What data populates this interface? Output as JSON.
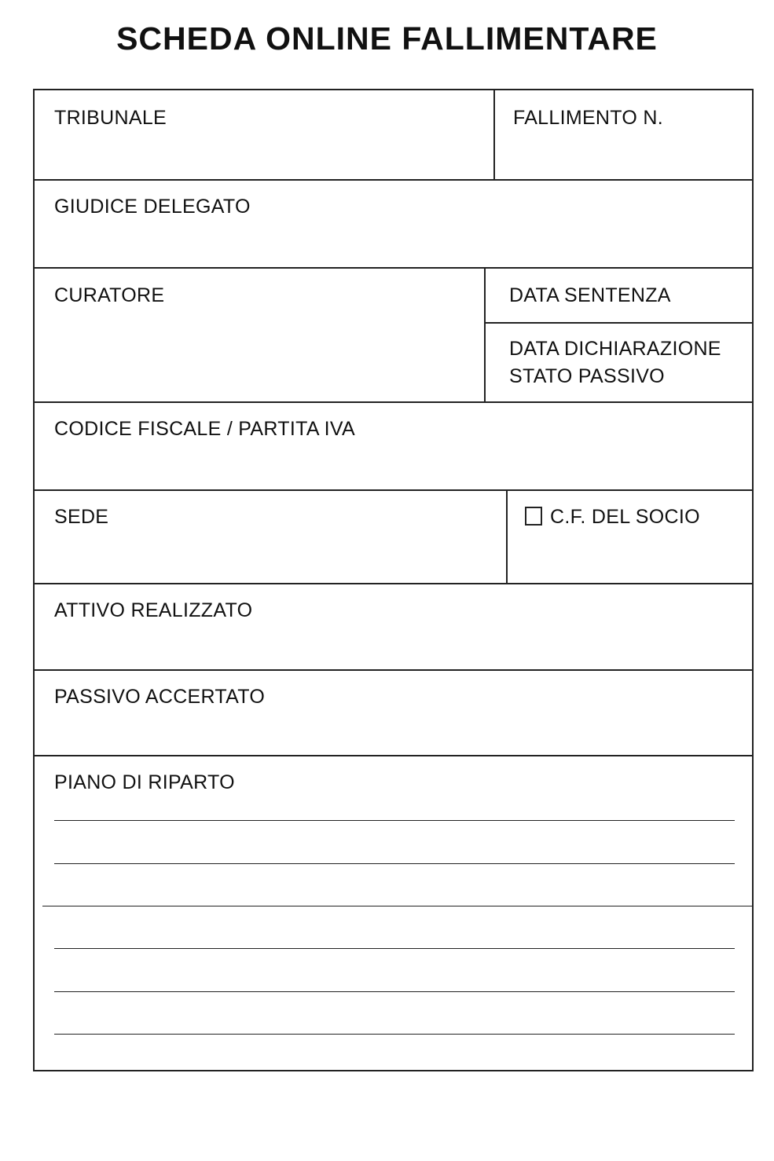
{
  "title": "SCHEDA ONLINE FALLIMENTARE",
  "fields": {
    "tribunale": "TRIBUNALE",
    "fallimento_n": "FALLIMENTO N.",
    "giudice_delegato": "GIUDICE DELEGATO",
    "curatore": "CURATORE",
    "data_sentenza": "DATA SENTENZA",
    "data_dichiarazione_line1": "DATA DICHIARAZIONE",
    "data_dichiarazione_line2": "STATO PASSIVO",
    "codice_fiscale": "CODICE FISCALE / PARTITA IVA",
    "sede": "SEDE",
    "cf_socio": "C.F. DEL SOCIO",
    "attivo_realizzato": "ATTIVO REALIZZATO",
    "passivo_accertato": "PASSIVO ACCERTATO",
    "piano_di_riparto": "PIANO DI RIPARTO"
  }
}
